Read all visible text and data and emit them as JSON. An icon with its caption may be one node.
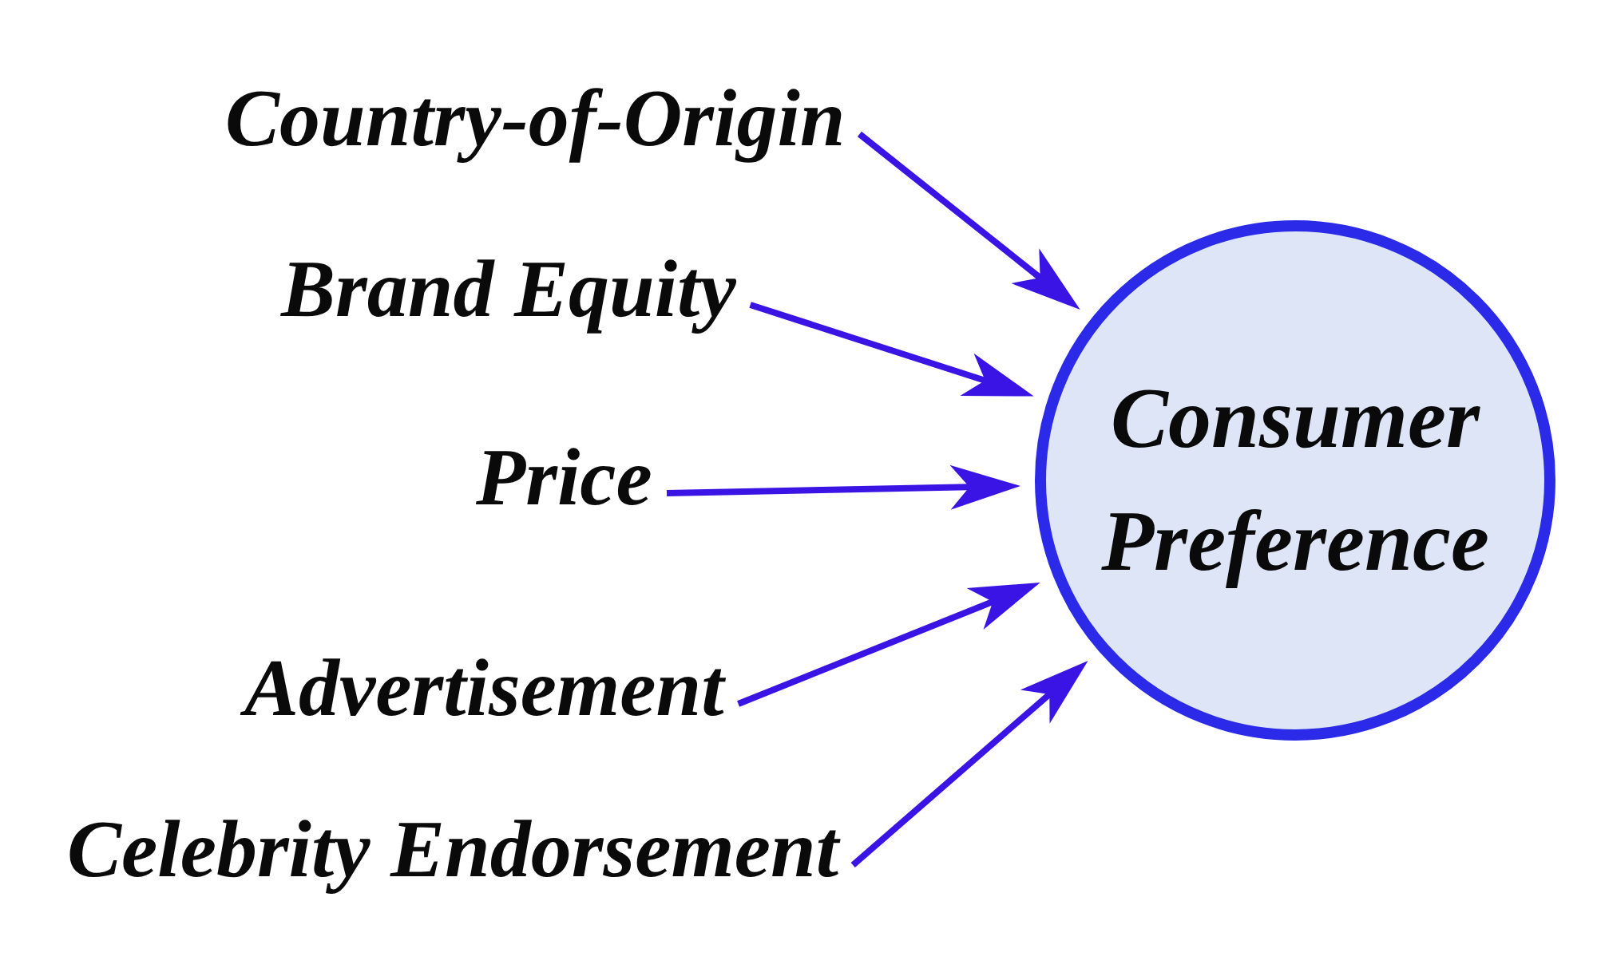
{
  "diagram": {
    "nodes": [
      {
        "text": [
          "Country-of-Origin"
        ]
      },
      {
        "text": [
          "Brand Equity"
        ]
      },
      {
        "text": [
          "Price"
        ]
      },
      {
        "text": [
          "Advertisement"
        ]
      },
      {
        "text": [
          "Celebrity Endorsement"
        ]
      },
      {
        "text": [
          "Consumer Preference"
        ]
      }
    ],
    "edges": [
      {
        "from": 0,
        "to": 5,
        "arrow": "to"
      },
      {
        "from": 1,
        "to": 5,
        "arrow": "to"
      },
      {
        "from": 2,
        "to": 5,
        "arrow": "to"
      },
      {
        "from": 3,
        "to": 5,
        "arrow": "to"
      },
      {
        "from": 4,
        "to": 5,
        "arrow": "to"
      }
    ]
  }
}
